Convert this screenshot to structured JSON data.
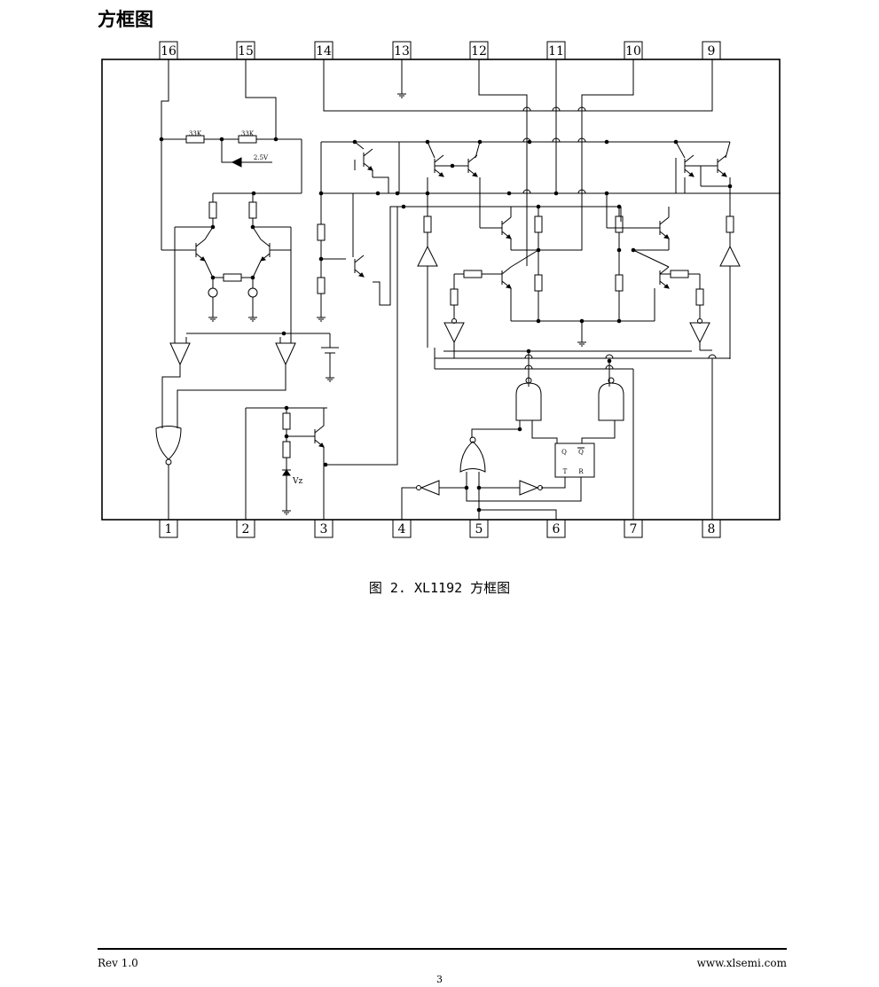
{
  "heading": "方框图",
  "pins": {
    "top": [
      "16",
      "15",
      "14",
      "13",
      "12",
      "11",
      "10",
      "9"
    ],
    "bottom": [
      "1",
      "2",
      "3",
      "4",
      "5",
      "6",
      "7",
      "8"
    ]
  },
  "labels": {
    "r1": "33K",
    "r2": "33K",
    "vref": "2.5V",
    "q": "Q",
    "qbar": "Q",
    "t": "T",
    "r": "R",
    "vz": "Vz"
  },
  "caption": "图 2. XL1192 方框图",
  "footer": {
    "rev": "Rev 1.0",
    "page": "3",
    "url": "www.xlsemi.com"
  }
}
